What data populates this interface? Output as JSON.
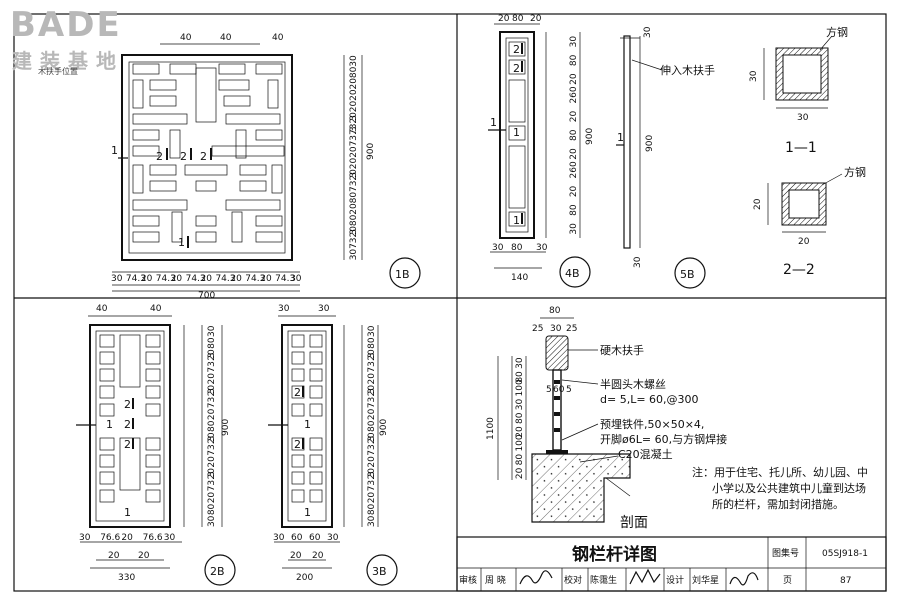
{
  "logo": {
    "brand": "BADE",
    "brand_cn": "建装基地",
    "note": "木扶手位置"
  },
  "details": {
    "d1B": {
      "tag": "1B",
      "top_dims": [
        "40",
        "40",
        "40"
      ],
      "bottom_dims": [
        "30",
        "74.3",
        "20",
        "74.3",
        "20",
        "74.3",
        "20",
        "74.3",
        "20",
        "74.3",
        "20",
        "74.3",
        "30"
      ],
      "total_width": "700",
      "right_dims": [
        "30",
        "80",
        "20",
        "20",
        "20",
        "20",
        "73.3",
        "73.3",
        "20",
        "20",
        "20",
        "73.3",
        "80",
        "20",
        "80",
        "20",
        "73.3",
        "30"
      ],
      "height": "900",
      "marks": [
        "1",
        "2",
        "2",
        "2",
        "1"
      ]
    },
    "d4B": {
      "tag": "4B",
      "top_dims": [
        "20",
        "80",
        "20"
      ],
      "right_dims": [
        "30",
        "80",
        "20",
        "260",
        "20",
        "80",
        "20",
        "260",
        "20",
        "80",
        "30"
      ],
      "height": "900",
      "bottom_dims": [
        "30",
        "80",
        "30"
      ],
      "total_width": "140",
      "marks": [
        "2",
        "2",
        "1",
        "1"
      ]
    },
    "d5B": {
      "tag": "5B",
      "top_dim": "30",
      "label": "伸入木扶手",
      "height": "900",
      "mark": "1",
      "bottom_dim": "30"
    },
    "d11": {
      "label": "方钢",
      "w": "30",
      "h": "30",
      "title": "1—1"
    },
    "d22": {
      "label": "方钢",
      "w": "20",
      "h": "20",
      "title": "2—2"
    },
    "d2B": {
      "tag": "2B",
      "top_dims": [
        "40",
        "40"
      ],
      "right_dims": [
        "30",
        "80",
        "20",
        "73.3",
        "20",
        "20",
        "73.3",
        "20",
        "80",
        "20",
        "73.3",
        "20",
        "20",
        "73.3",
        "20",
        "80",
        "30"
      ],
      "height": "900",
      "bottom_dims": [
        "30",
        "76.6",
        "20",
        "76.6",
        "30"
      ],
      "bottom_dims2": [
        "20",
        "20"
      ],
      "total_width": "330",
      "marks": [
        "2",
        "1",
        "2",
        "2",
        "1"
      ]
    },
    "d3B": {
      "tag": "3B",
      "top_dims": [
        "30",
        "30"
      ],
      "right_dims": [
        "30",
        "80",
        "20",
        "73.3",
        "20",
        "20",
        "73.3",
        "20",
        "80",
        "20",
        "73.3",
        "20",
        "20",
        "73.3",
        "20",
        "80",
        "30"
      ],
      "height": "900",
      "bottom_dims": [
        "30",
        "60",
        "60",
        "30"
      ],
      "bottom_dims2": [
        "20",
        "20"
      ],
      "total_width": "200",
      "marks": [
        "2",
        "2",
        "1",
        "1"
      ]
    },
    "section": {
      "top_dims": [
        "80",
        "25",
        "30",
        "25"
      ],
      "left_dims": [
        "1100",
        "30",
        "80",
        "100",
        "30",
        "80",
        "20",
        "100",
        "80",
        "20"
      ],
      "side_dims": [
        "5",
        "60",
        "5"
      ],
      "labels": [
        "硬木扶手",
        "半圆头木螺丝",
        "d= 5,L= 60,@300",
        "预埋铁件,50×50×4,",
        "开脚ø6L= 60,与方钢焊接",
        "C20混凝土"
      ],
      "title": "剖面"
    }
  },
  "note": {
    "lines": [
      "注：用于住宅、托儿所、幼儿园、中",
      "小学以及公共建筑中儿童到达场",
      "所的栏杆，需加封闭措施。"
    ]
  },
  "title_block": {
    "title": "钢栏杆详图",
    "atlas_label": "图集号",
    "atlas_no": "05SJ918-1",
    "page_label": "页",
    "page_no": "87",
    "review_label": "审核",
    "review_name": "周 晓",
    "check_label": "校对",
    "check_name": "陈霭生",
    "design_label": "设计",
    "design_name": "刘华星"
  }
}
